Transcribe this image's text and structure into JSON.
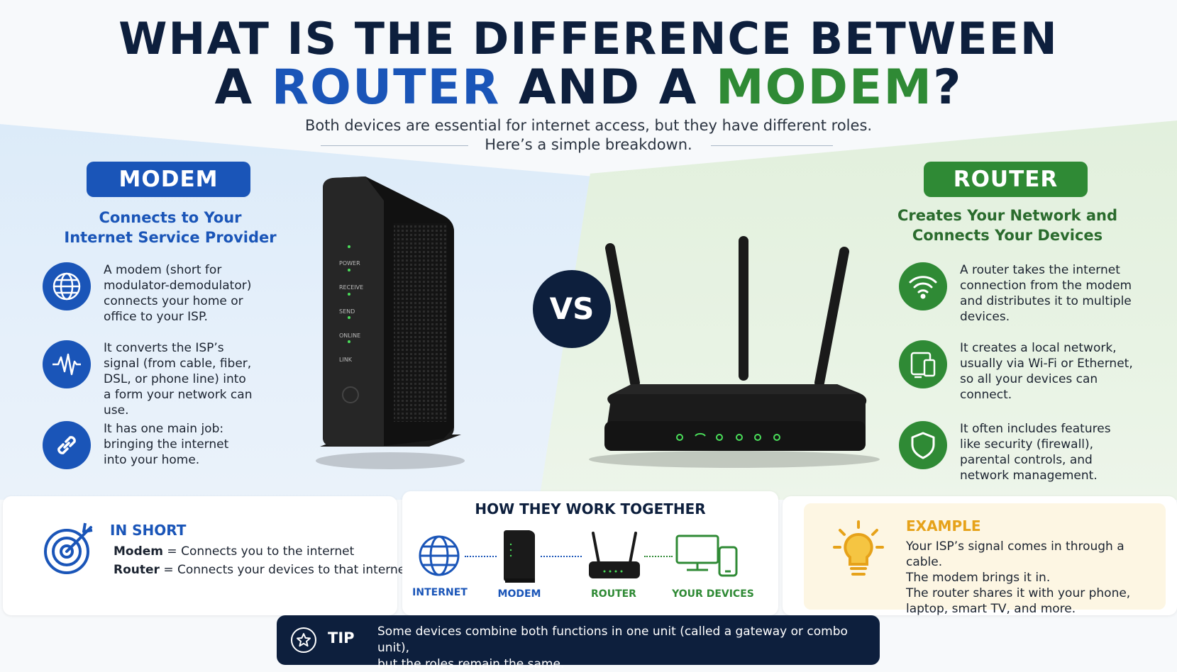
{
  "title": {
    "line1": "WHAT IS THE DIFFERENCE BETWEEN",
    "line2_a": "A ",
    "line2_router": "ROUTER",
    "line2_and": " AND A ",
    "line2_modem": "MODEM",
    "line2_q": "?"
  },
  "subtitle": {
    "line1": "Both devices are essential for internet access, but they have different roles.",
    "line2": "Here’s a simple breakdown."
  },
  "modem": {
    "label": "MODEM",
    "heading": "Connects to Your Internet Service Provider",
    "features": [
      {
        "icon": "globe-icon",
        "text": "A modem (short for modulator-demodulator) connects your home or office to your ISP."
      },
      {
        "icon": "signal-wave-icon",
        "text": "It converts the ISP’s signal (from cable, fiber, DSL, or phone line) into a form your network can use."
      },
      {
        "icon": "link-icon",
        "text": "It has one main job: bringing the internet into your home."
      }
    ],
    "leds": [
      "POWER",
      "RECEIVE",
      "SEND",
      "ONLINE",
      "LINK"
    ]
  },
  "vs": "VS",
  "router": {
    "label": "ROUTER",
    "heading": "Creates Your Network and Connects Your Devices",
    "features": [
      {
        "icon": "wifi-icon",
        "text": "A router takes the internet connection from the modem and distributes it to multiple devices."
      },
      {
        "icon": "devices-icon",
        "text": "It creates a local network, usually via Wi-Fi or Ethernet, so all your devices can connect."
      },
      {
        "icon": "shield-icon",
        "text": "It often includes features like security (firewall), parental controls, and network management."
      }
    ]
  },
  "in_short": {
    "title": "IN SHORT",
    "modem_term": "Modem",
    "modem_def": " = Connects you to the internet",
    "router_term": "Router",
    "router_def": " = Connects your devices to that internet"
  },
  "how": {
    "title": "HOW THEY WORK TOGETHER",
    "steps": [
      "INTERNET",
      "MODEM",
      "ROUTER",
      "YOUR DEVICES"
    ]
  },
  "example": {
    "title": "EXAMPLE",
    "lines": [
      "Your ISP’s signal comes in through a cable.",
      "The modem brings it in.",
      "The router shares it with your phone,",
      "laptop, smart TV, and more."
    ]
  },
  "tip": {
    "label": "TIP",
    "line1": "Some devices combine both functions in one unit (called a gateway or combo unit),",
    "line2": "but the roles remain the same."
  },
  "colors": {
    "navy": "#0d1f3d",
    "blue": "#1a55b8",
    "green": "#2f8a35",
    "amber": "#e6a21a",
    "led_green": "#4ade5a"
  }
}
